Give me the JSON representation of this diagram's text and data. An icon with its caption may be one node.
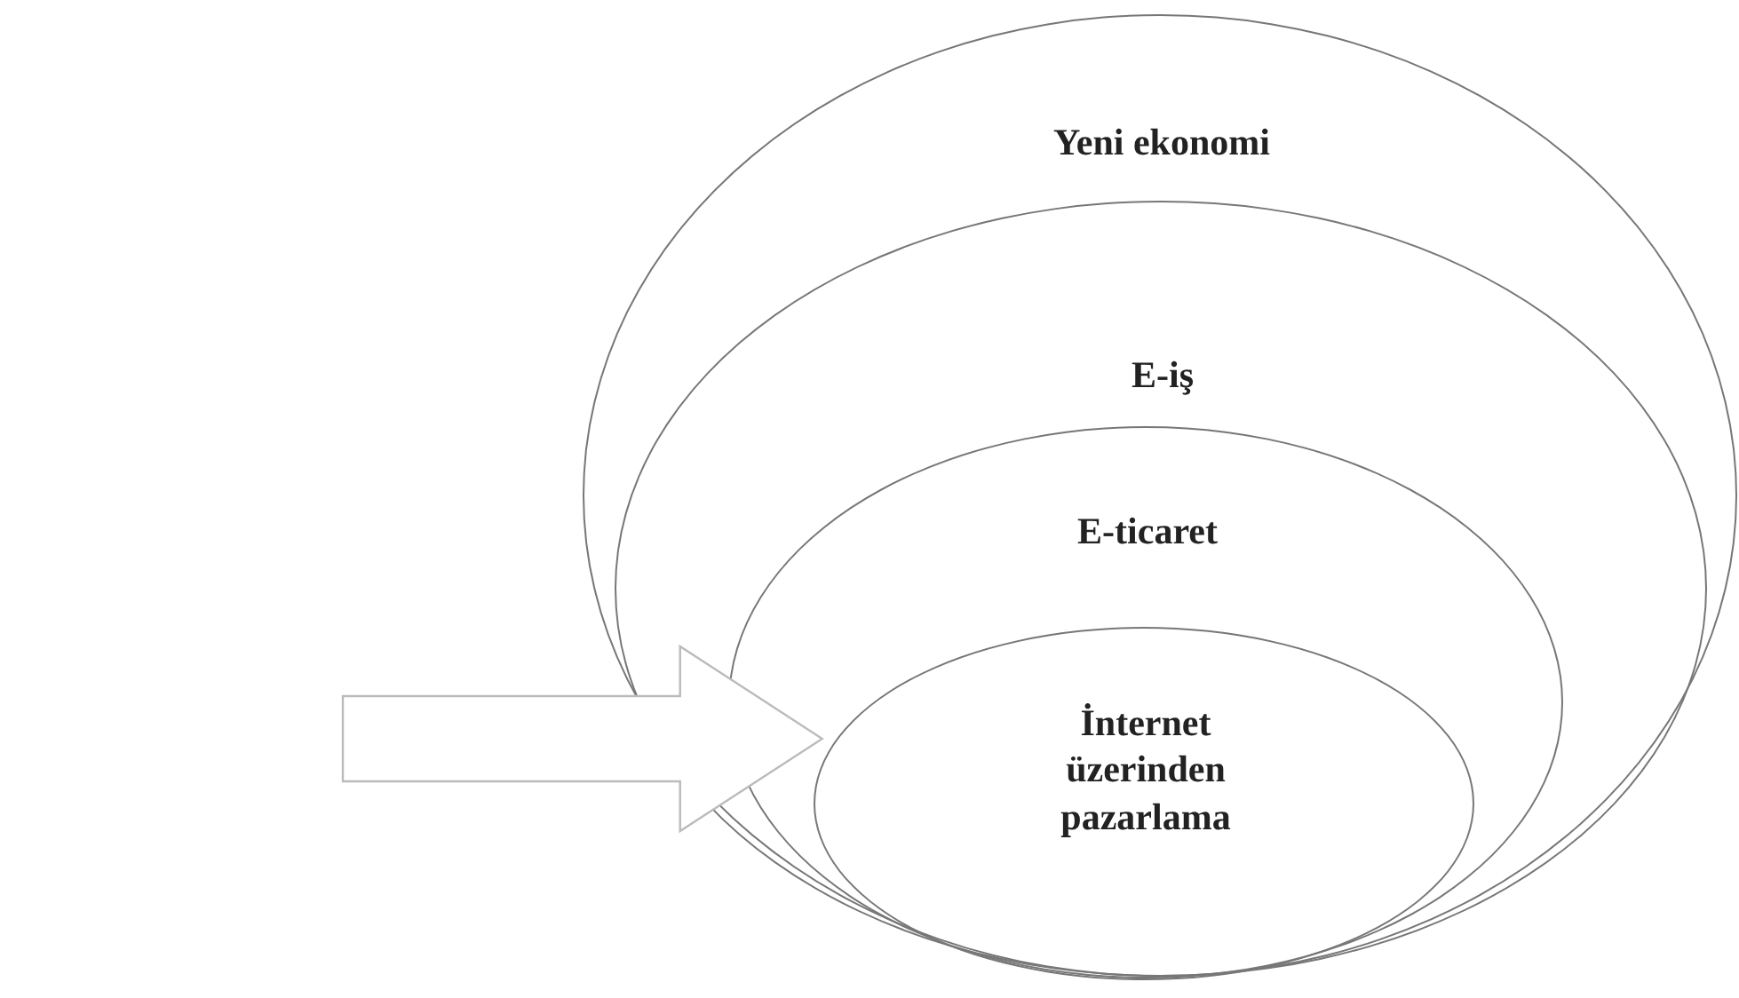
{
  "diagram": {
    "nodes": [
      {
        "text": [
          "Yeni ekonomi"
        ]
      },
      {
        "text": [
          "E-iş"
        ],
        "in": 0
      },
      {
        "text": [
          "E-ticaret"
        ],
        "in": 1
      },
      {
        "text": [
          "İnternet üzerinden pazarlama"
        ],
        "in": 2
      }
    ],
    "edges": [
      {
        "from": null,
        "to": 3,
        "arrow": "to"
      }
    ]
  }
}
